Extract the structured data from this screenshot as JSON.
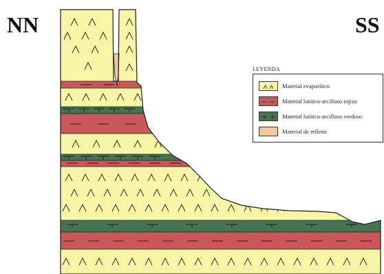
{
  "labels": {
    "left": "NN",
    "right": "SS"
  },
  "legend": {
    "title": "LEYENDA",
    "items": [
      {
        "label": "Material evaporítico",
        "color": "#f6f6a6",
        "pattern": "^ ^"
      },
      {
        "label": "Material lutítico-arcilloso rojizo",
        "color": "#c9585b",
        "pattern": "— —"
      },
      {
        "label": "Material lutítico-arcilloso verdoso",
        "color": "#46744f",
        "pattern": "+ +"
      },
      {
        "label": "Material de relleno",
        "color": "#f4c79a",
        "pattern": ""
      }
    ]
  },
  "colors": {
    "evaporite": "#f6f6a6",
    "red": "#c9585b",
    "green": "#46744f",
    "fill": "#f4c79a",
    "outline": "#1c1c1c"
  }
}
